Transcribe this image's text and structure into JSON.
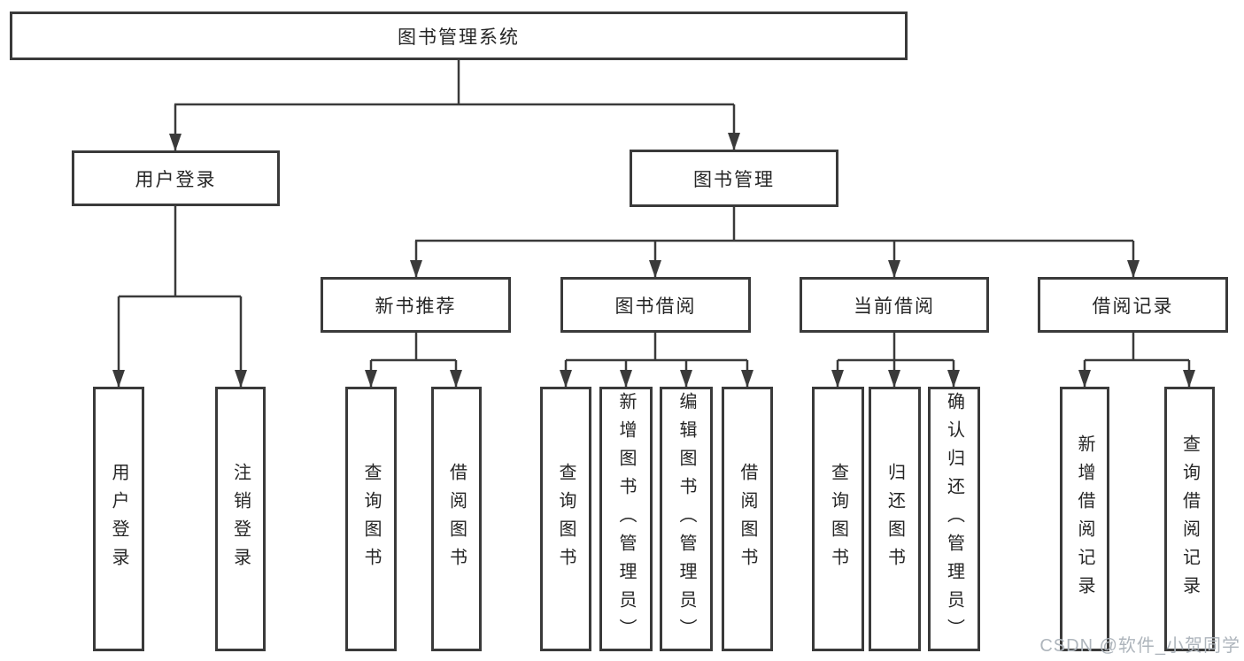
{
  "title": "图书管理系统",
  "nodes": {
    "root": {
      "label": "图书管理系统"
    },
    "user_login": {
      "label": "用户登录"
    },
    "book_mgmt": {
      "label": "图书管理"
    },
    "new_book_rec": {
      "label": "新书推荐"
    },
    "book_borrow": {
      "label": "图书借阅"
    },
    "current_borrow": {
      "label": "当前借阅"
    },
    "borrow_record": {
      "label": "借阅记录"
    },
    "leaf_user_login": {
      "label": "用户登录"
    },
    "leaf_logout": {
      "label": "注销登录"
    },
    "leaf_nbr_query": {
      "label": "查询图书"
    },
    "leaf_nbr_borrow": {
      "label": "借阅图书"
    },
    "leaf_bb_query": {
      "label": "查询图书"
    },
    "leaf_bb_add": {
      "label": "新增图书（管理员）"
    },
    "leaf_bb_edit": {
      "label": "编辑图书（管理员）"
    },
    "leaf_bb_borrow": {
      "label": "借阅图书"
    },
    "leaf_cb_query": {
      "label": "查询图书"
    },
    "leaf_cb_return": {
      "label": "归还图书"
    },
    "leaf_cb_confirm": {
      "label": "确认归还（管理员）"
    },
    "leaf_br_add": {
      "label": "新增借阅记录"
    },
    "leaf_br_query": {
      "label": "查询借阅记录"
    }
  },
  "hierarchy": {
    "图书管理系统": {
      "用户登录": [
        "用户登录",
        "注销登录"
      ],
      "图书管理": {
        "新书推荐": [
          "查询图书",
          "借阅图书"
        ],
        "图书借阅": [
          "查询图书",
          "新增图书（管理员）",
          "编辑图书（管理员）",
          "借阅图书"
        ],
        "当前借阅": [
          "查询图书",
          "归还图书",
          "确认归还（管理员）"
        ],
        "借阅记录": [
          "新增借阅记录",
          "查询借阅记录"
        ]
      }
    }
  },
  "watermark": {
    "text": "CSDN @软件_小贺同学"
  },
  "colors": {
    "line": "#3a3a3a",
    "box_border": "#3a3a3a",
    "text": "#262626",
    "background": "#ffffff",
    "watermark": "#aeb5bc"
  }
}
